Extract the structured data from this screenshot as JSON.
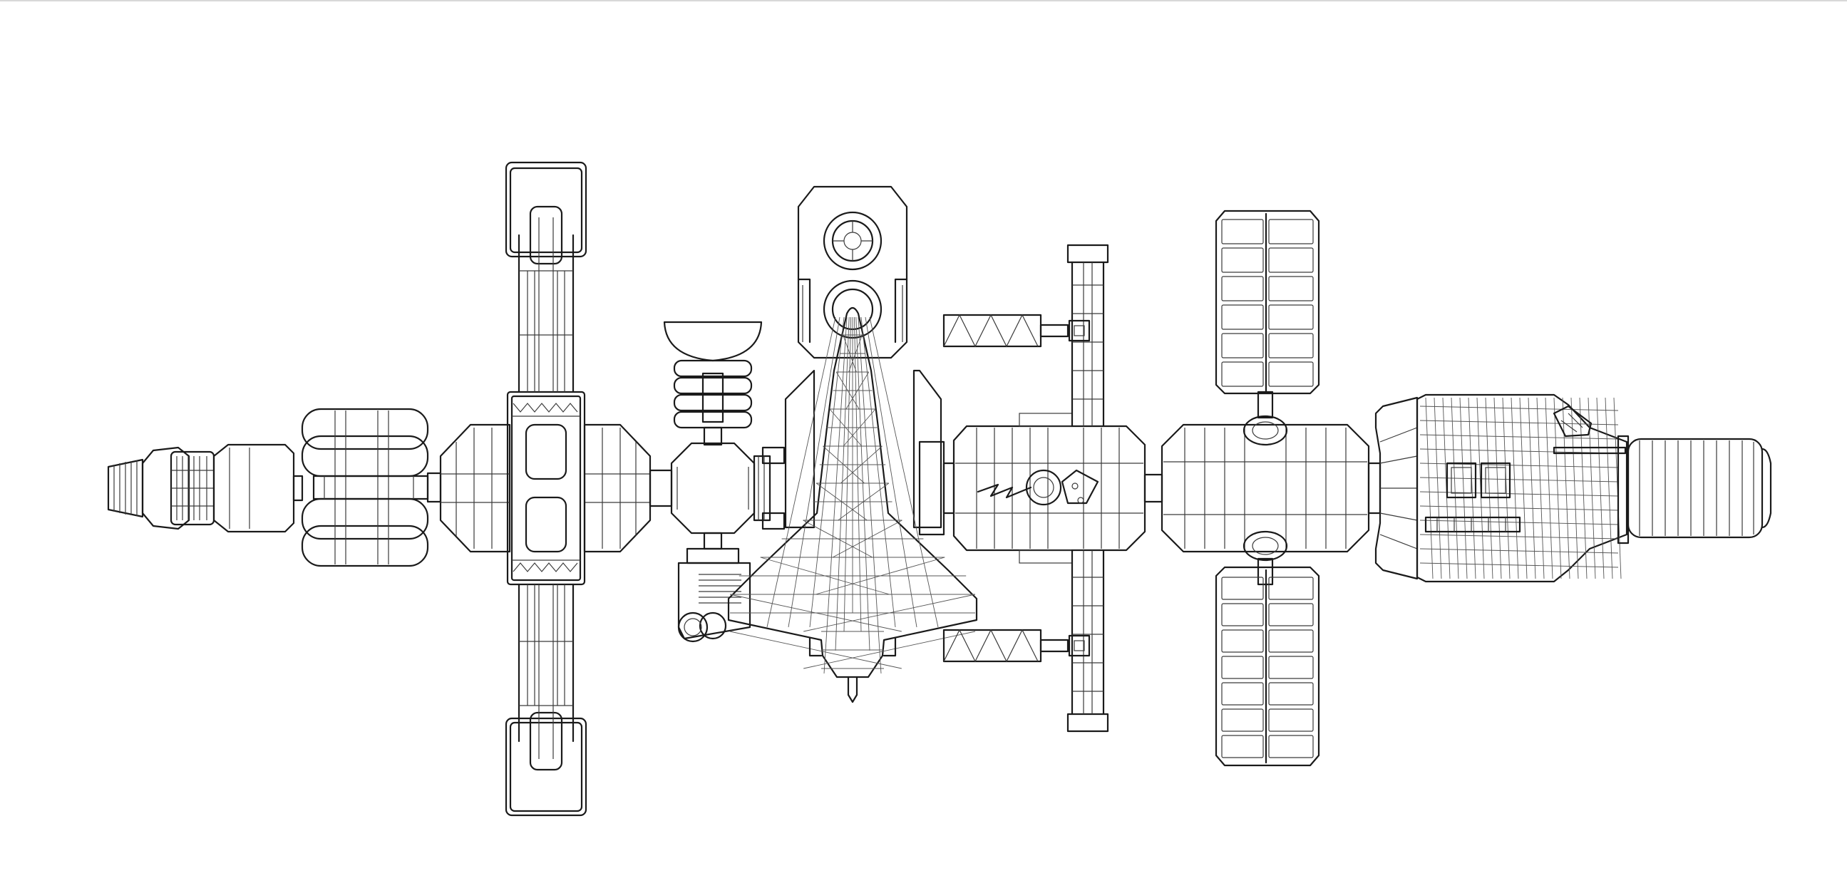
{
  "drawing": {
    "subject": "space-station-line-drawing",
    "stroke_color": "#1a1a1a",
    "background_color": "#ffffff",
    "components": [
      "engine-nozzle",
      "service-module",
      "fuel-tank-cluster",
      "central-hub-module",
      "upper-radiator-truss",
      "lower-radiator-truss",
      "docking-node",
      "dish-antenna",
      "airlock-module",
      "docked-space-shuttle",
      "upper-cargo-pod",
      "laboratory-module",
      "solar-truss",
      "habitat-module",
      "upper-solar-array",
      "lower-solar-array",
      "command-module",
      "crew-capsule"
    ]
  }
}
